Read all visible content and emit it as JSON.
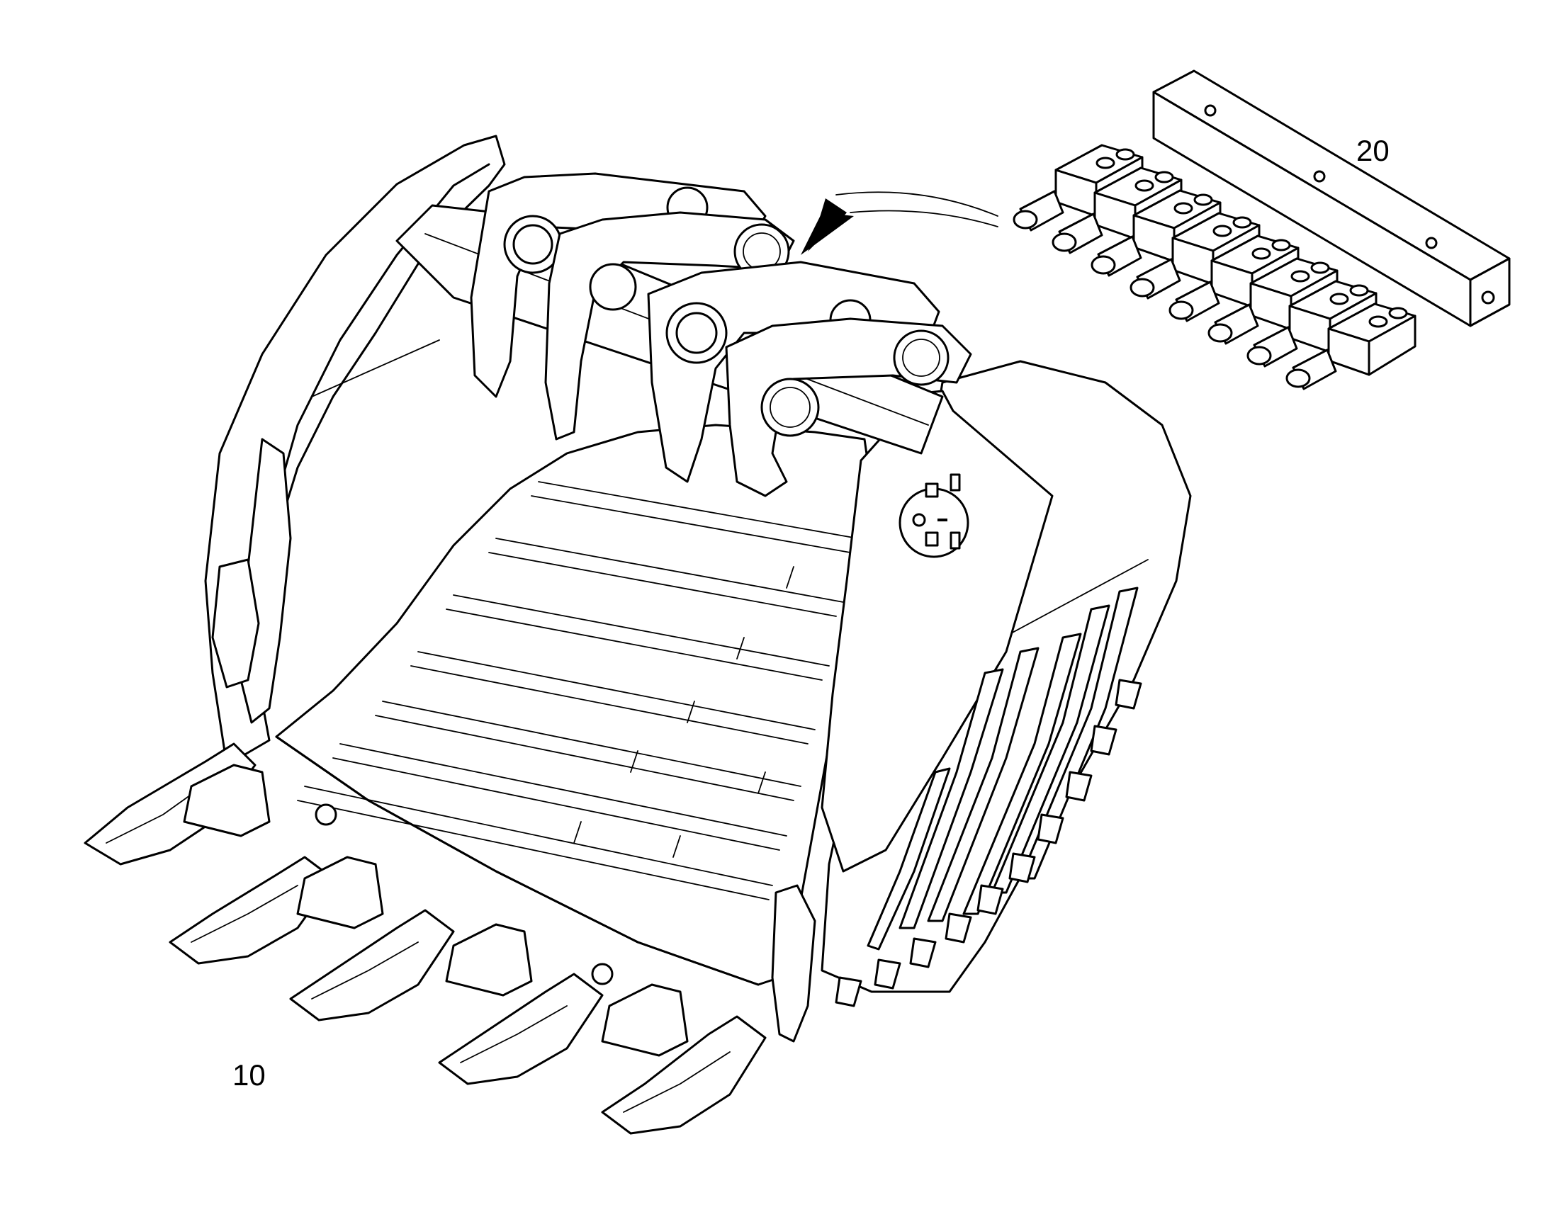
{
  "diagram": {
    "callouts": [
      {
        "id": "10",
        "text": "10",
        "part": "bucket"
      },
      {
        "id": "20",
        "text": "20",
        "part": "lubrication-distributor-block"
      }
    ],
    "icons": [
      "excavator-bucket-icon",
      "distributor-block-icon",
      "location-arrow-icon"
    ],
    "colors": {
      "line": "#000000",
      "background": "#ffffff"
    }
  }
}
